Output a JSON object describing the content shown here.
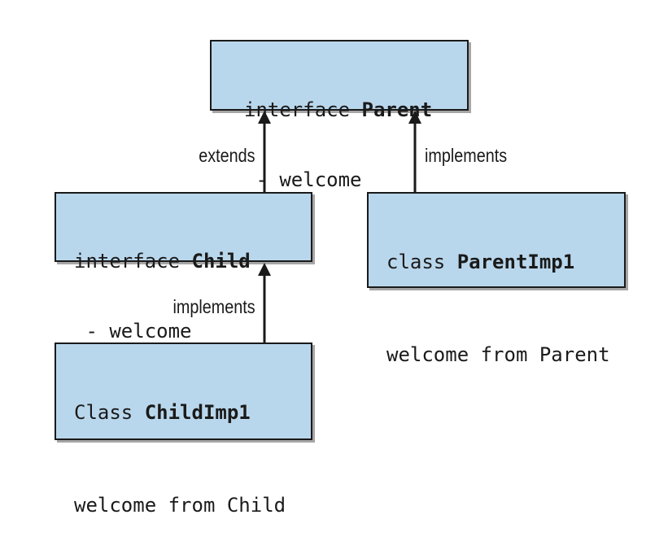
{
  "nodes": {
    "parent": {
      "prefix": "interface ",
      "name": "Parent",
      "member": " - welcome"
    },
    "child": {
      "prefix": "interface ",
      "name": "Child",
      "member": " - welcome"
    },
    "parent_impl": {
      "prefix": "class ",
      "name": "ParentImp1",
      "message": "welcome from Parent"
    },
    "child_impl": {
      "prefix": "Class ",
      "name": "ChildImp1",
      "message": "welcome from Child"
    }
  },
  "edges": {
    "child_to_parent": "extends",
    "parent_impl_to_parent": "implements",
    "child_impl_to_child": "implements"
  },
  "colors": {
    "box_fill": "#b9d7ec",
    "stroke": "#1a1a1a"
  }
}
